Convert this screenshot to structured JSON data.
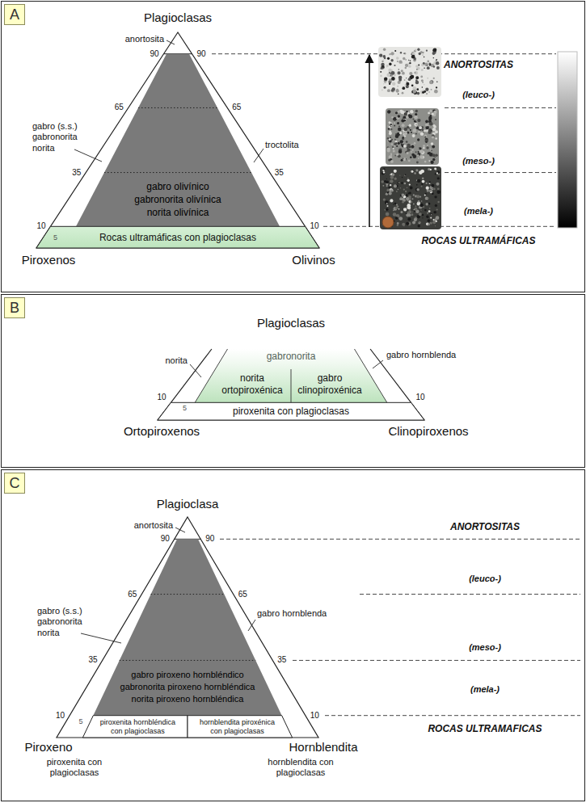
{
  "diagram": {
    "nodes": [
      {
        "text": [
          "A"
        ]
      },
      {
        "text": [
          "gabro olivínico",
          "gabronorita olivínica",
          "norita olivínica"
        ],
        "in": 0
      },
      {
        "text": [
          "Rocas ultramáficas con plagioclasas"
        ],
        "in": 0
      },
      {
        "text": [
          "B"
        ]
      },
      {
        "text": [
          "gabronorita"
        ],
        "in": 3
      },
      {
        "text": [
          "norita ortopiroxénica"
        ],
        "in": 4
      },
      {
        "text": [
          "gabro clinopiroxénica"
        ],
        "in": 4
      },
      {
        "text": [
          "piroxenita con plagioclasas"
        ],
        "in": 3
      },
      {
        "text": [
          "C"
        ]
      },
      {
        "text": [
          "gabro piroxeno hornbléndico",
          "gabronorita piroxeno hornbléndica",
          "norita piroxeno hornbléndica"
        ],
        "in": 8
      },
      {
        "text": [
          "piroxenita hornbléndica con plagioclasas"
        ],
        "in": 8
      },
      {
        "text": [
          "hornblendita piroxénica con plagioclasas"
        ],
        "in": 8
      }
    ],
    "labels": [
      "Plagioclasas",
      "anortosita",
      "90",
      "90",
      "65",
      "65",
      "35",
      "35",
      "10",
      "10",
      "5",
      "gabro (s.s.) gabronorita norita",
      "troctolita",
      "Piroxenos",
      "Olivinos",
      "ANORTOSITAS",
      "(leuco-)",
      "(meso-)",
      "(mela-)",
      "ROCAS ULTRAMÁFICAS",
      "Plagioclasas",
      "norita",
      "gabro hornblenda",
      "10",
      "10",
      "5",
      "Ortopiroxenos",
      "Clinopiroxenos",
      "Plagioclasa",
      "anortosita",
      "90",
      "90",
      "65",
      "65",
      "gabro (s.s.) gabronorita norita",
      "gabro hornblenda",
      "35",
      "35",
      "10",
      "10",
      "5",
      "Piroxeno",
      "piroxenita con plagioclasas",
      "Hornblendita",
      "hornblendita con plagioclasas",
      "ANORTOSITAS",
      "(leuco-)",
      "(meso-)",
      "(mela-)",
      "ROCAS ULTRAMAFICAS"
    ]
  }
}
